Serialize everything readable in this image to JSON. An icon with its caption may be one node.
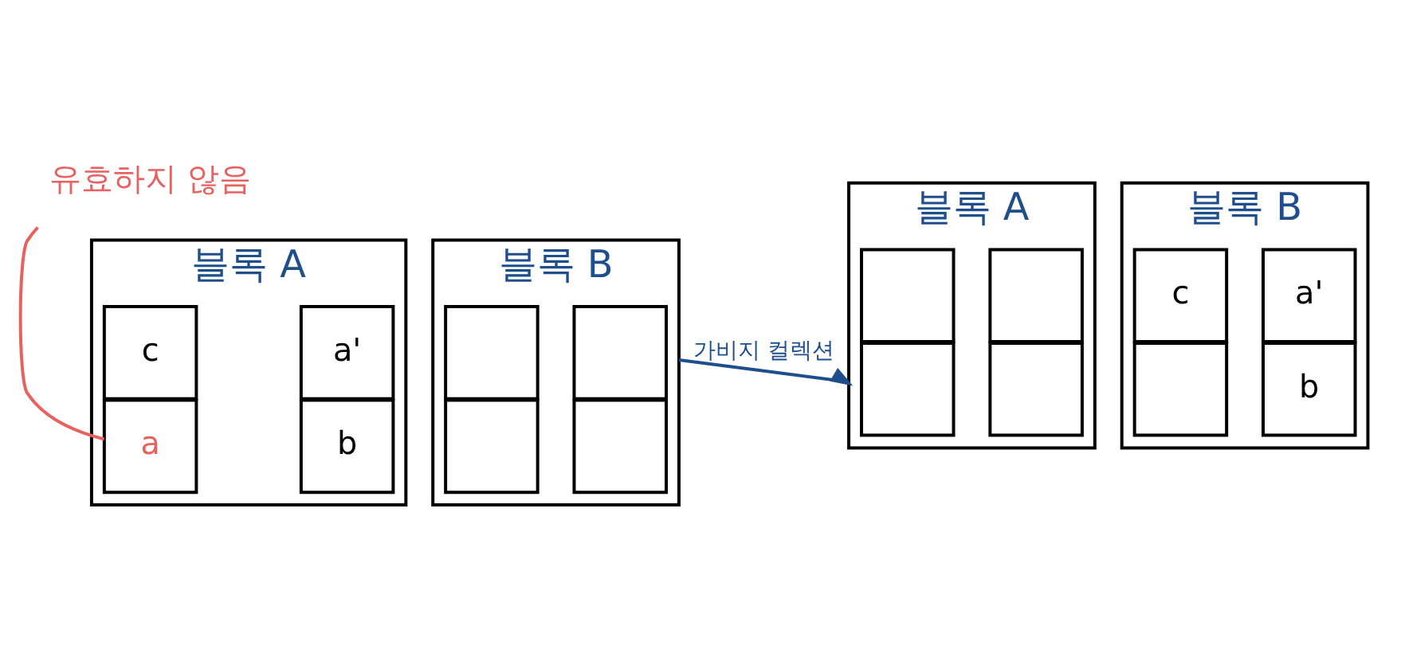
{
  "diagram": {
    "nodes": [
      {
        "text": [
          "블록 A"
        ]
      },
      {
        "text": [
          "a"
        ],
        "in": 0
      },
      {
        "text": [
          "b"
        ],
        "in": 0
      },
      {
        "text": [
          "c"
        ],
        "in": 0
      },
      {
        "text": [
          "a'"
        ],
        "in": 0
      },
      {
        "text": [
          "블록 B"
        ]
      },
      {
        "text": [],
        "shape": "box",
        "in": 5
      },
      {
        "text": [],
        "shape": "box",
        "in": 5
      },
      {
        "text": [],
        "shape": "box",
        "in": 5
      },
      {
        "text": [],
        "shape": "box",
        "in": 5
      },
      {
        "text": [
          "블록 A"
        ]
      },
      {
        "text": [],
        "shape": "box",
        "in": 10
      },
      {
        "text": [],
        "shape": "box",
        "in": 10
      },
      {
        "text": [],
        "shape": "box",
        "in": 10
      },
      {
        "text": [],
        "shape": "box",
        "in": 10
      },
      {
        "text": [
          "블록 B"
        ]
      },
      {
        "text": [],
        "shape": "box",
        "in": 15
      },
      {
        "text": [
          "b"
        ],
        "in": 15
      },
      {
        "text": [
          "c"
        ],
        "in": 15
      },
      {
        "text": [
          "a'"
        ],
        "in": 15
      },
      {
        "text": [
          "유효하지 않음"
        ]
      }
    ],
    "edges": [
      {
        "from": 20,
        "to": 1,
        "arrow": "none",
        "color": "#e8615f"
      },
      {
        "from": 5,
        "to": 10,
        "arrow": "to",
        "label": "가비지 컬렉션",
        "color": "#1f4e8c"
      }
    ]
  }
}
